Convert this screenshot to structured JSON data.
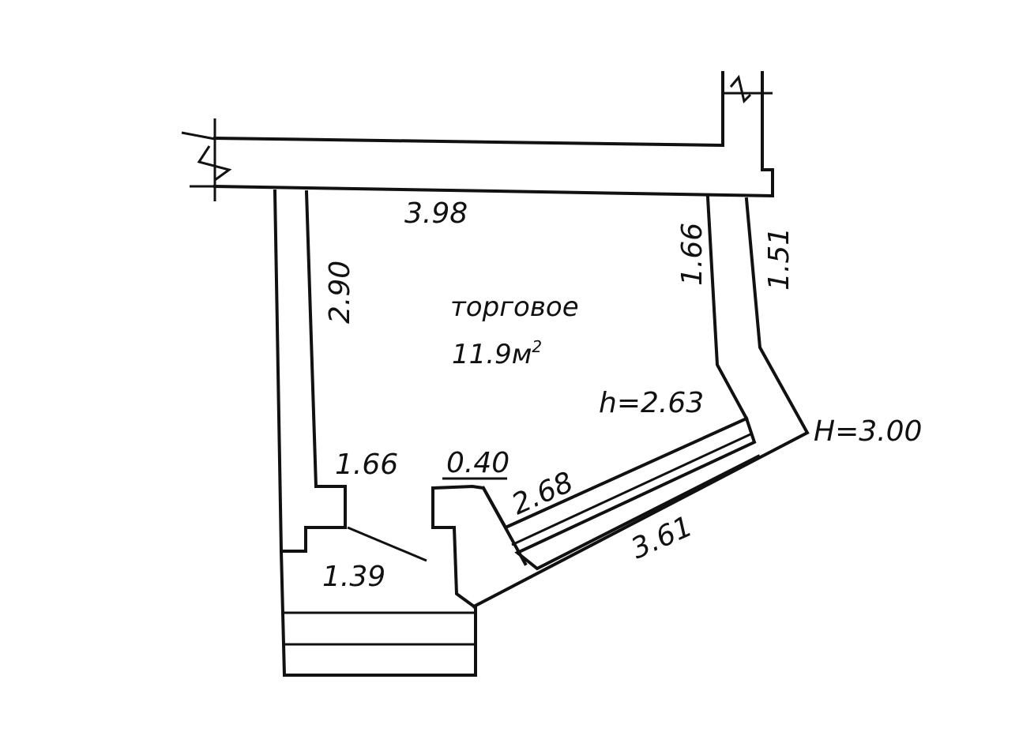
{
  "room": {
    "name": "торговое",
    "area": "11.9м",
    "area_sup": "2",
    "height": "h=2.63"
  },
  "outer_height": "H=3.00",
  "dimensions": {
    "top_wall": "3.98",
    "left_wall": "2.90",
    "right_inner": "1.66",
    "right_outer": "1.51",
    "left_bottom": "1.66",
    "door_jamb": "0.40",
    "window_inner": "2.68",
    "window_outer": "3.61",
    "vestibule": "1.39"
  }
}
